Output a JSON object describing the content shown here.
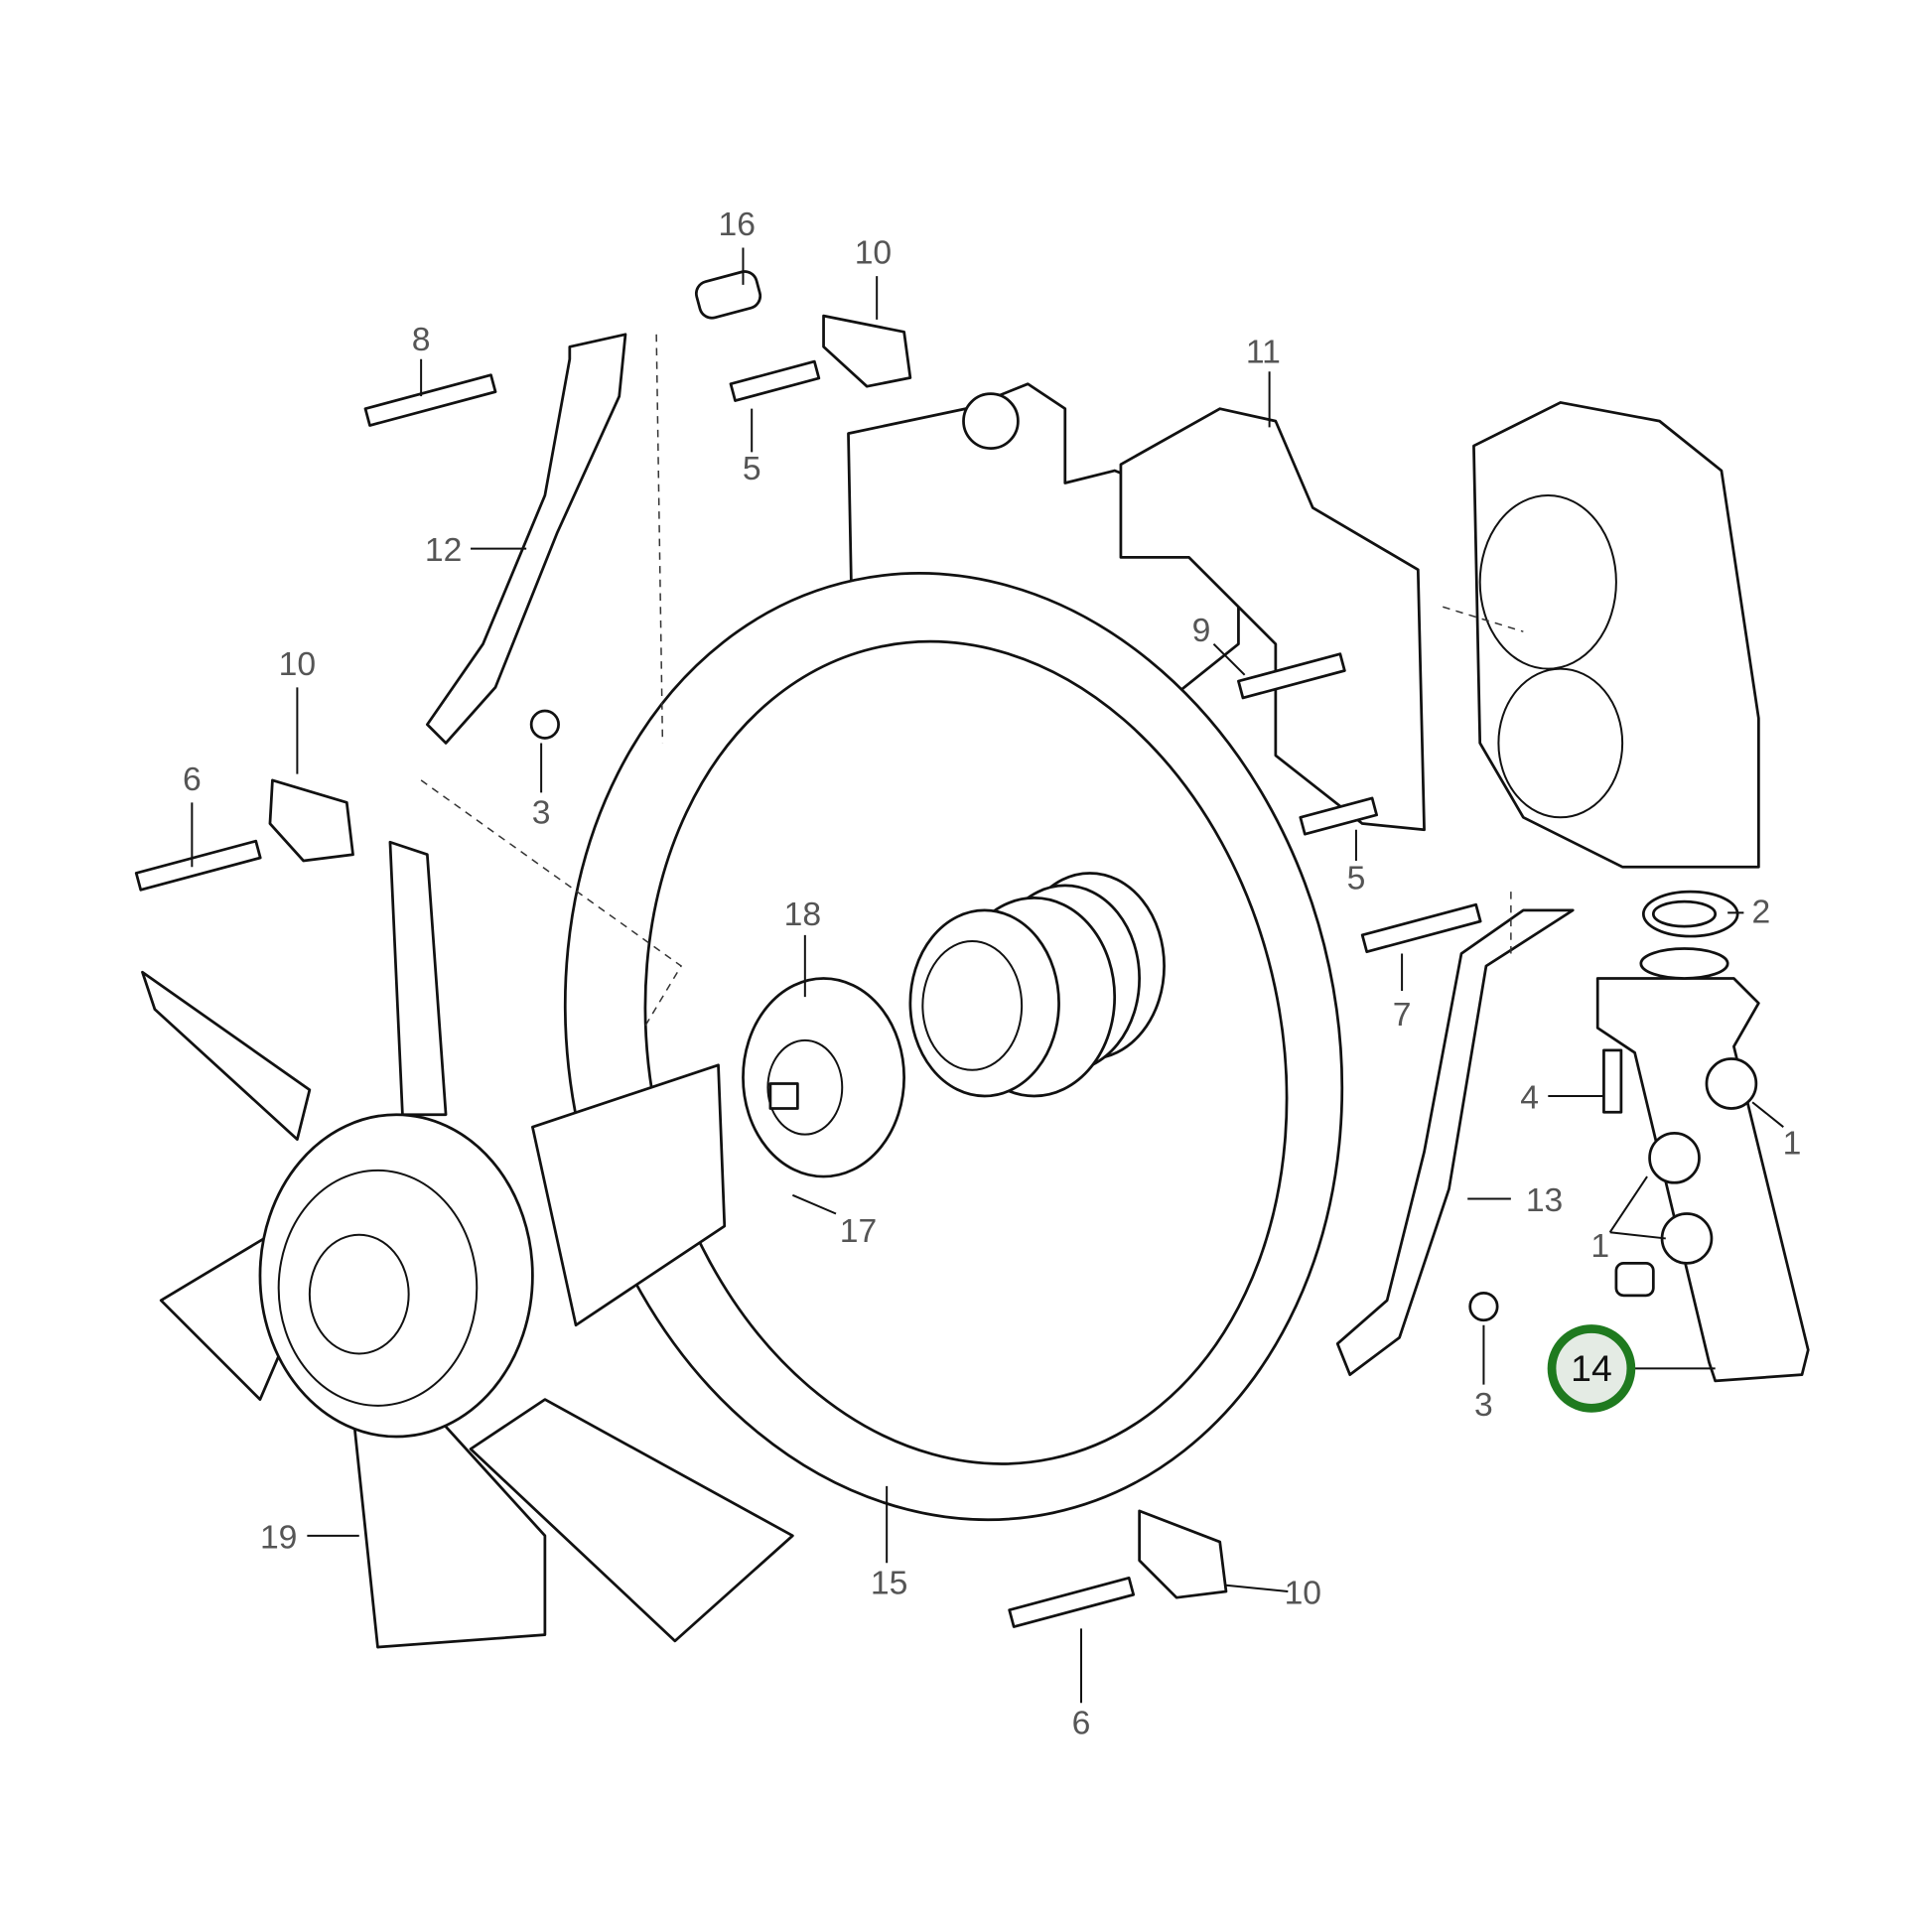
{
  "diagram": {
    "type": "exploded-parts-diagram",
    "highlight_color": "#1f7a1f",
    "highlighted_callout": "14",
    "callouts": [
      "16",
      "10",
      "8",
      "5",
      "11",
      "12",
      "10",
      "9",
      "6",
      "3",
      "18",
      "5",
      "2",
      "7",
      "4",
      "1",
      "13",
      "1",
      "17",
      "14",
      "3",
      "19",
      "15",
      "10",
      "6"
    ]
  }
}
